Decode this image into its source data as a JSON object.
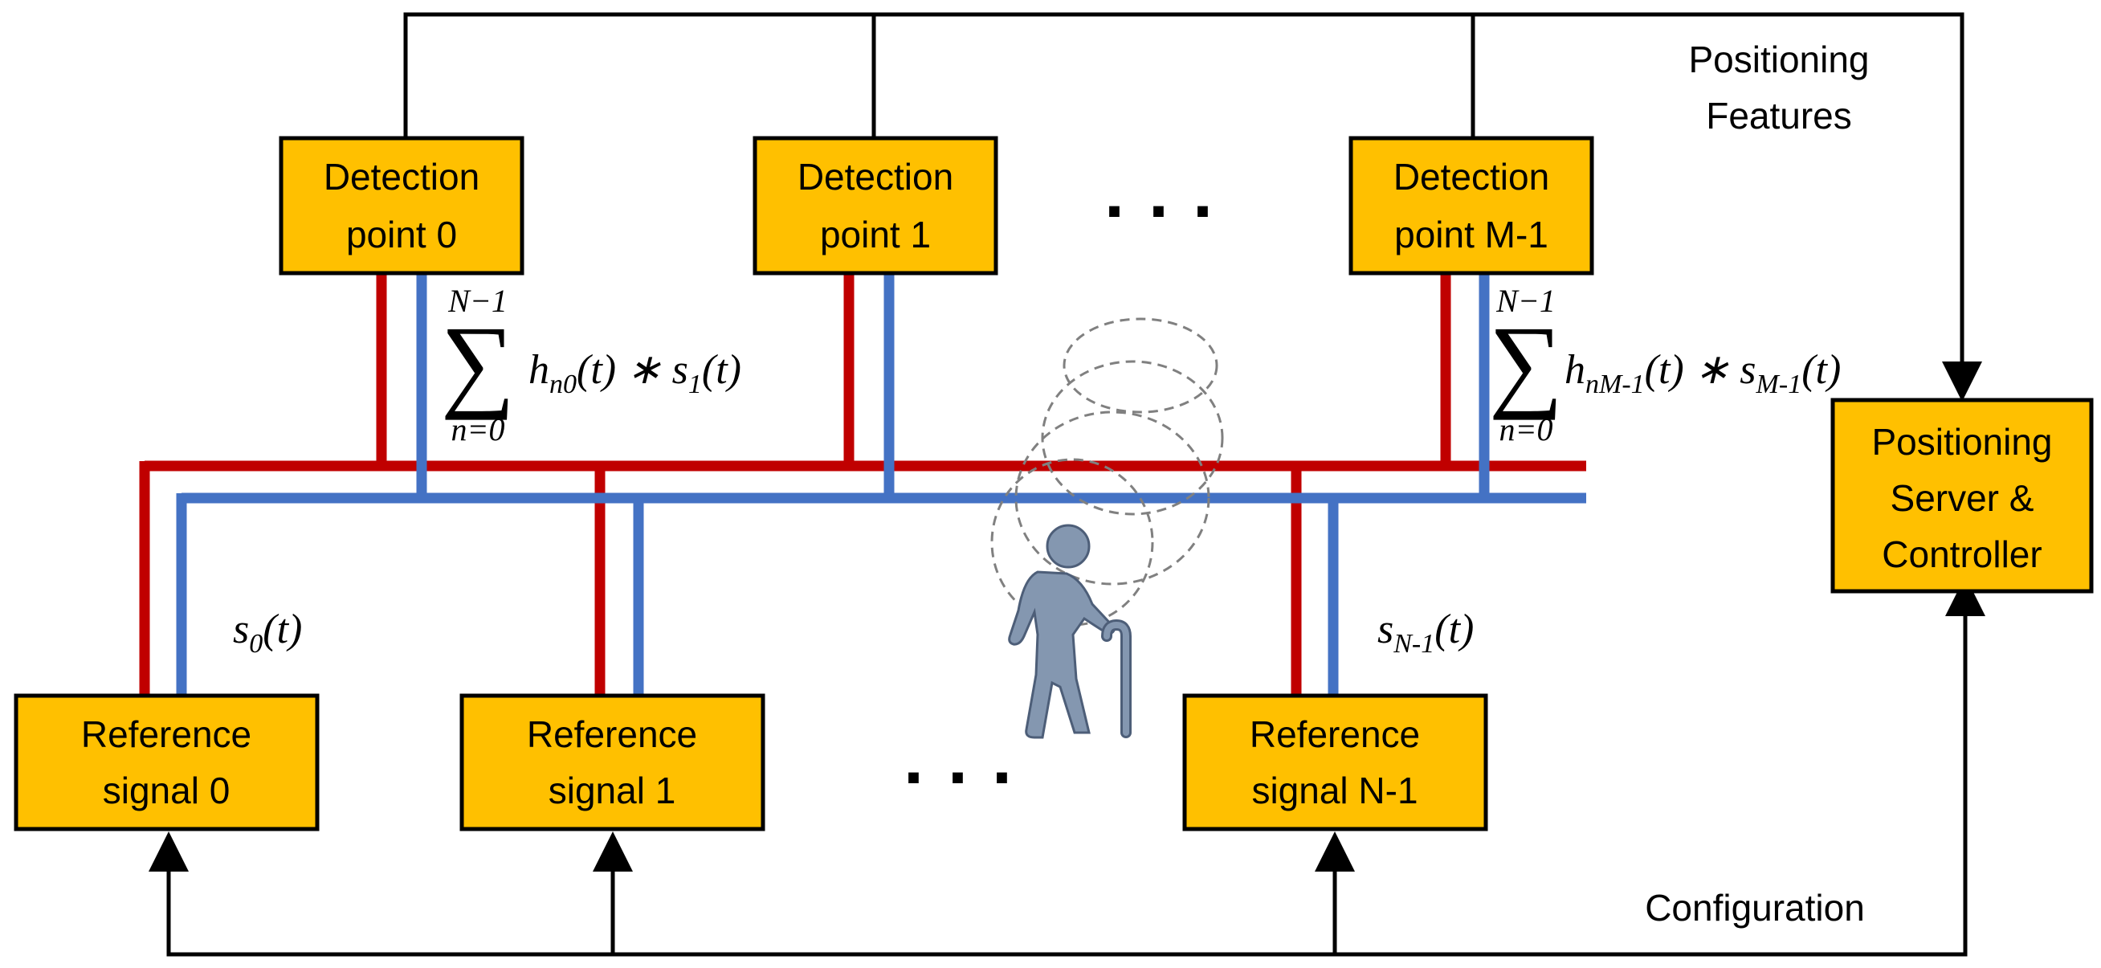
{
  "colors": {
    "box_fill": "#FFC000",
    "box_stroke": "#000000",
    "red_bus": "#C00000",
    "blue_bus": "#4472C4",
    "person": "#8497B0",
    "signal_ring": "#808080"
  },
  "detection_points": [
    {
      "line1": "Detection",
      "line2": "point 0"
    },
    {
      "line1": "Detection",
      "line2": "point 1"
    },
    {
      "line1": "Detection",
      "line2": "point M-1"
    }
  ],
  "reference_signals": [
    {
      "line1": "Reference",
      "line2": "signal 0"
    },
    {
      "line1": "Reference",
      "line2": "signal 1"
    },
    {
      "line1": "Reference",
      "line2": "signal N-1"
    }
  ],
  "server": {
    "line1": "Positioning",
    "line2": "Server &",
    "line3": "Controller"
  },
  "labels": {
    "positioning_features_1": "Positioning",
    "positioning_features_2": "Features",
    "configuration": "Configuration",
    "ellipsis": "..."
  },
  "equations": {
    "sum_upper": "N−1",
    "sum_lower": "n=0",
    "sum_symbol": "∑",
    "left_h": "h",
    "left_h_sub": "n0",
    "left_rest": "(t) ∗ s",
    "left_s_sub": "1",
    "left_tail": "(t)",
    "right_h": "h",
    "right_h_sub": "nM-1",
    "right_rest": "(t) ∗ s",
    "right_s_sub": "M-1",
    "right_tail": "(t)",
    "s0_main": "s",
    "s0_sub": "0",
    "s0_tail": "(t)",
    "sN_main": "s",
    "sN_sub": "N-1",
    "sN_tail": "(t)"
  },
  "icons": {
    "person": "elderly-person-with-cane-icon",
    "signal": "radio-wave-rings-icon"
  }
}
